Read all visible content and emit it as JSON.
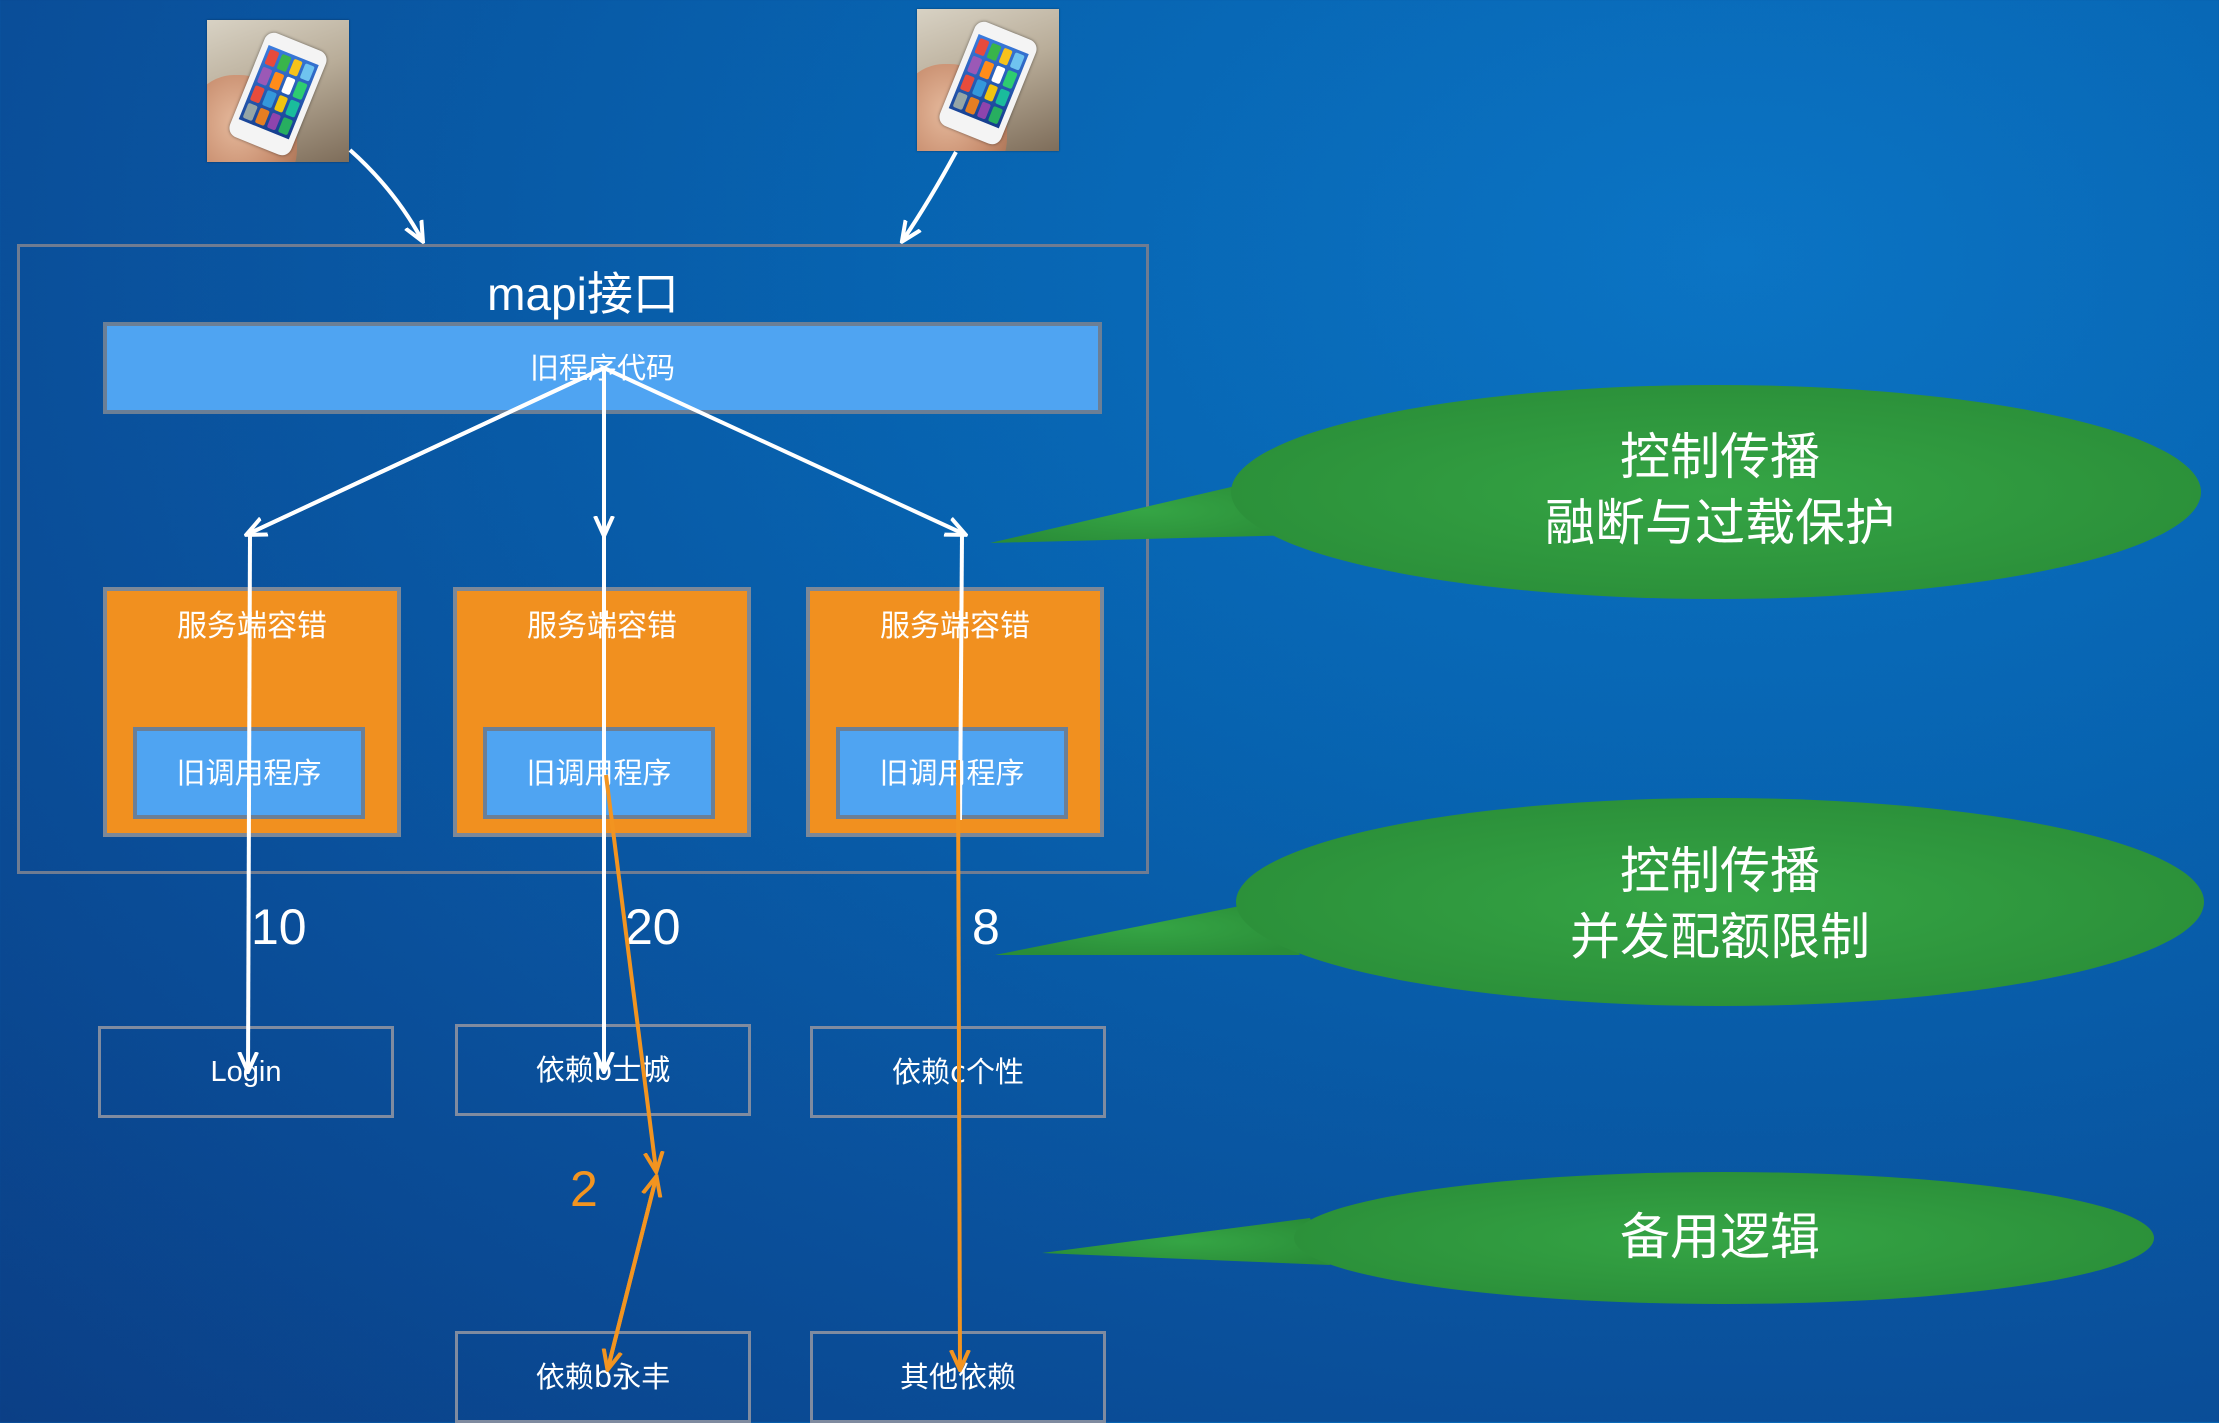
{
  "clients": [
    {
      "icon": "phone-in-hand-image"
    },
    {
      "icon": "phone-in-hand-image"
    }
  ],
  "mapi": {
    "title": "mapi接口",
    "old_code": "旧程序代码"
  },
  "services": [
    {
      "title": "服务端容错",
      "inner": "旧调用程序"
    },
    {
      "title": "服务端容错",
      "inner": "旧调用程序"
    },
    {
      "title": "服务端容错",
      "inner": "旧调用程序"
    }
  ],
  "quotas": [
    "10",
    "20",
    "8"
  ],
  "fallback_quota": "2",
  "dependencies": {
    "row1": [
      "Login",
      "依赖b士城",
      "依赖c个性"
    ],
    "row2": [
      "依赖b永丰",
      "其他依赖"
    ]
  },
  "bubbles": [
    {
      "line1": "控制传播",
      "line2": "融断与过载保护"
    },
    {
      "line1": "控制传播",
      "line2": "并发配额限制"
    },
    {
      "line1": "备用逻辑"
    }
  ],
  "colors": {
    "background": "#0763b0",
    "blue_box": "#4fa4f2",
    "orange_box": "#f1901f",
    "bubble": "#2f9a3c",
    "orange_arrow": "#f29420"
  }
}
